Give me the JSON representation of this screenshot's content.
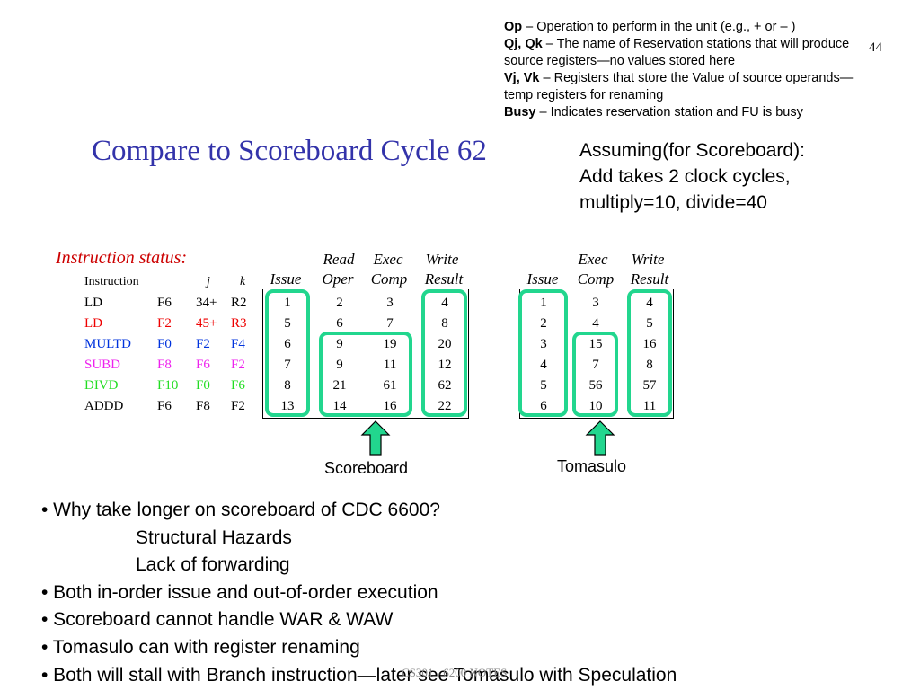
{
  "definitions": [
    {
      "term": "Op",
      "text": " – Operation to perform in the unit (e.g., + or – )"
    },
    {
      "term": "Qj, Qk",
      "text": " – The name of Reservation stations that will produce source registers—no values stored here"
    },
    {
      "term": "Vj, Vk",
      "text": " – Registers that store the Value of source operands—temp registers for renaming"
    },
    {
      "term": "Busy",
      "text": " – Indicates reservation station and FU is busy"
    }
  ],
  "page_number": "44",
  "title": "Compare to Scoreboard Cycle 62",
  "assumptions": [
    "Assuming(for Scoreboard):",
    "Add takes 2 clock cycles,",
    "multiply=10, divide=40"
  ],
  "instruction_status_label": "Instruction status:",
  "instr_headers": {
    "instruction": "Instruction",
    "j": "j",
    "k": "k"
  },
  "instructions": [
    {
      "op": "LD",
      "dest": "F6",
      "j": "34+",
      "k": "R2",
      "color": "#000000"
    },
    {
      "op": "LD",
      "dest": "F2",
      "j": "45+",
      "k": "R3",
      "color": "#ee0000"
    },
    {
      "op": "MULTD",
      "dest": "F0",
      "j": "F2",
      "k": "F4",
      "color": "#0033dd"
    },
    {
      "op": "SUBD",
      "dest": "F8",
      "j": "F6",
      "k": "F2",
      "color": "#ee22ee"
    },
    {
      "op": "DIVD",
      "dest": "F10",
      "j": "F0",
      "k": "F6",
      "color": "#22dd22"
    },
    {
      "op": "ADDD",
      "dest": "F6",
      "j": "F8",
      "k": "F2",
      "color": "#000000"
    }
  ],
  "scoreboard": {
    "headers_top": [
      "",
      "Read",
      "Exec",
      "Write"
    ],
    "headers_bottom": [
      "Issue",
      "Oper",
      "Comp",
      "Result"
    ],
    "rows": [
      [
        "1",
        "2",
        "3",
        "4"
      ],
      [
        "5",
        "6",
        "7",
        "8"
      ],
      [
        "6",
        "9",
        "19",
        "20"
      ],
      [
        "7",
        "9",
        "11",
        "12"
      ],
      [
        "8",
        "21",
        "61",
        "62"
      ],
      [
        "13",
        "14",
        "16",
        "22"
      ]
    ],
    "label": "Scoreboard"
  },
  "tomasulo": {
    "headers_top": [
      "",
      "Exec",
      "Write"
    ],
    "headers_bottom": [
      "Issue",
      "Comp",
      "Result"
    ],
    "rows": [
      [
        "1",
        "3",
        "4"
      ],
      [
        "2",
        "4",
        "5"
      ],
      [
        "3",
        "15",
        "16"
      ],
      [
        "4",
        "7",
        "8"
      ],
      [
        "5",
        "56",
        "57"
      ],
      [
        "6",
        "10",
        "11"
      ]
    ],
    "label": "Tomasulo"
  },
  "bullets": [
    {
      "text": "• Why take longer on scoreboard of CDC 6600?",
      "indent": false
    },
    {
      "text": "Structural Hazards",
      "indent": true
    },
    {
      "text": "Lack of forwarding",
      "indent": true
    },
    {
      "text": "• Both in-order issue and out-of-order execution",
      "indent": false
    },
    {
      "text": "• Scoreboard cannot handle WAR & WAW",
      "indent": false
    },
    {
      "text": "• Tomasulo can with register renaming",
      "indent": false
    },
    {
      "text": "• Both will stall with Branch instruction—later see Tomasulo with Speculation",
      "indent": false
    }
  ],
  "footer": "CS301 -  6200 NOTES",
  "colors": {
    "title": "#3333aa",
    "highlight": "#22d68e",
    "arrow_fill": "#22d68e",
    "status_label": "#cc0000"
  }
}
